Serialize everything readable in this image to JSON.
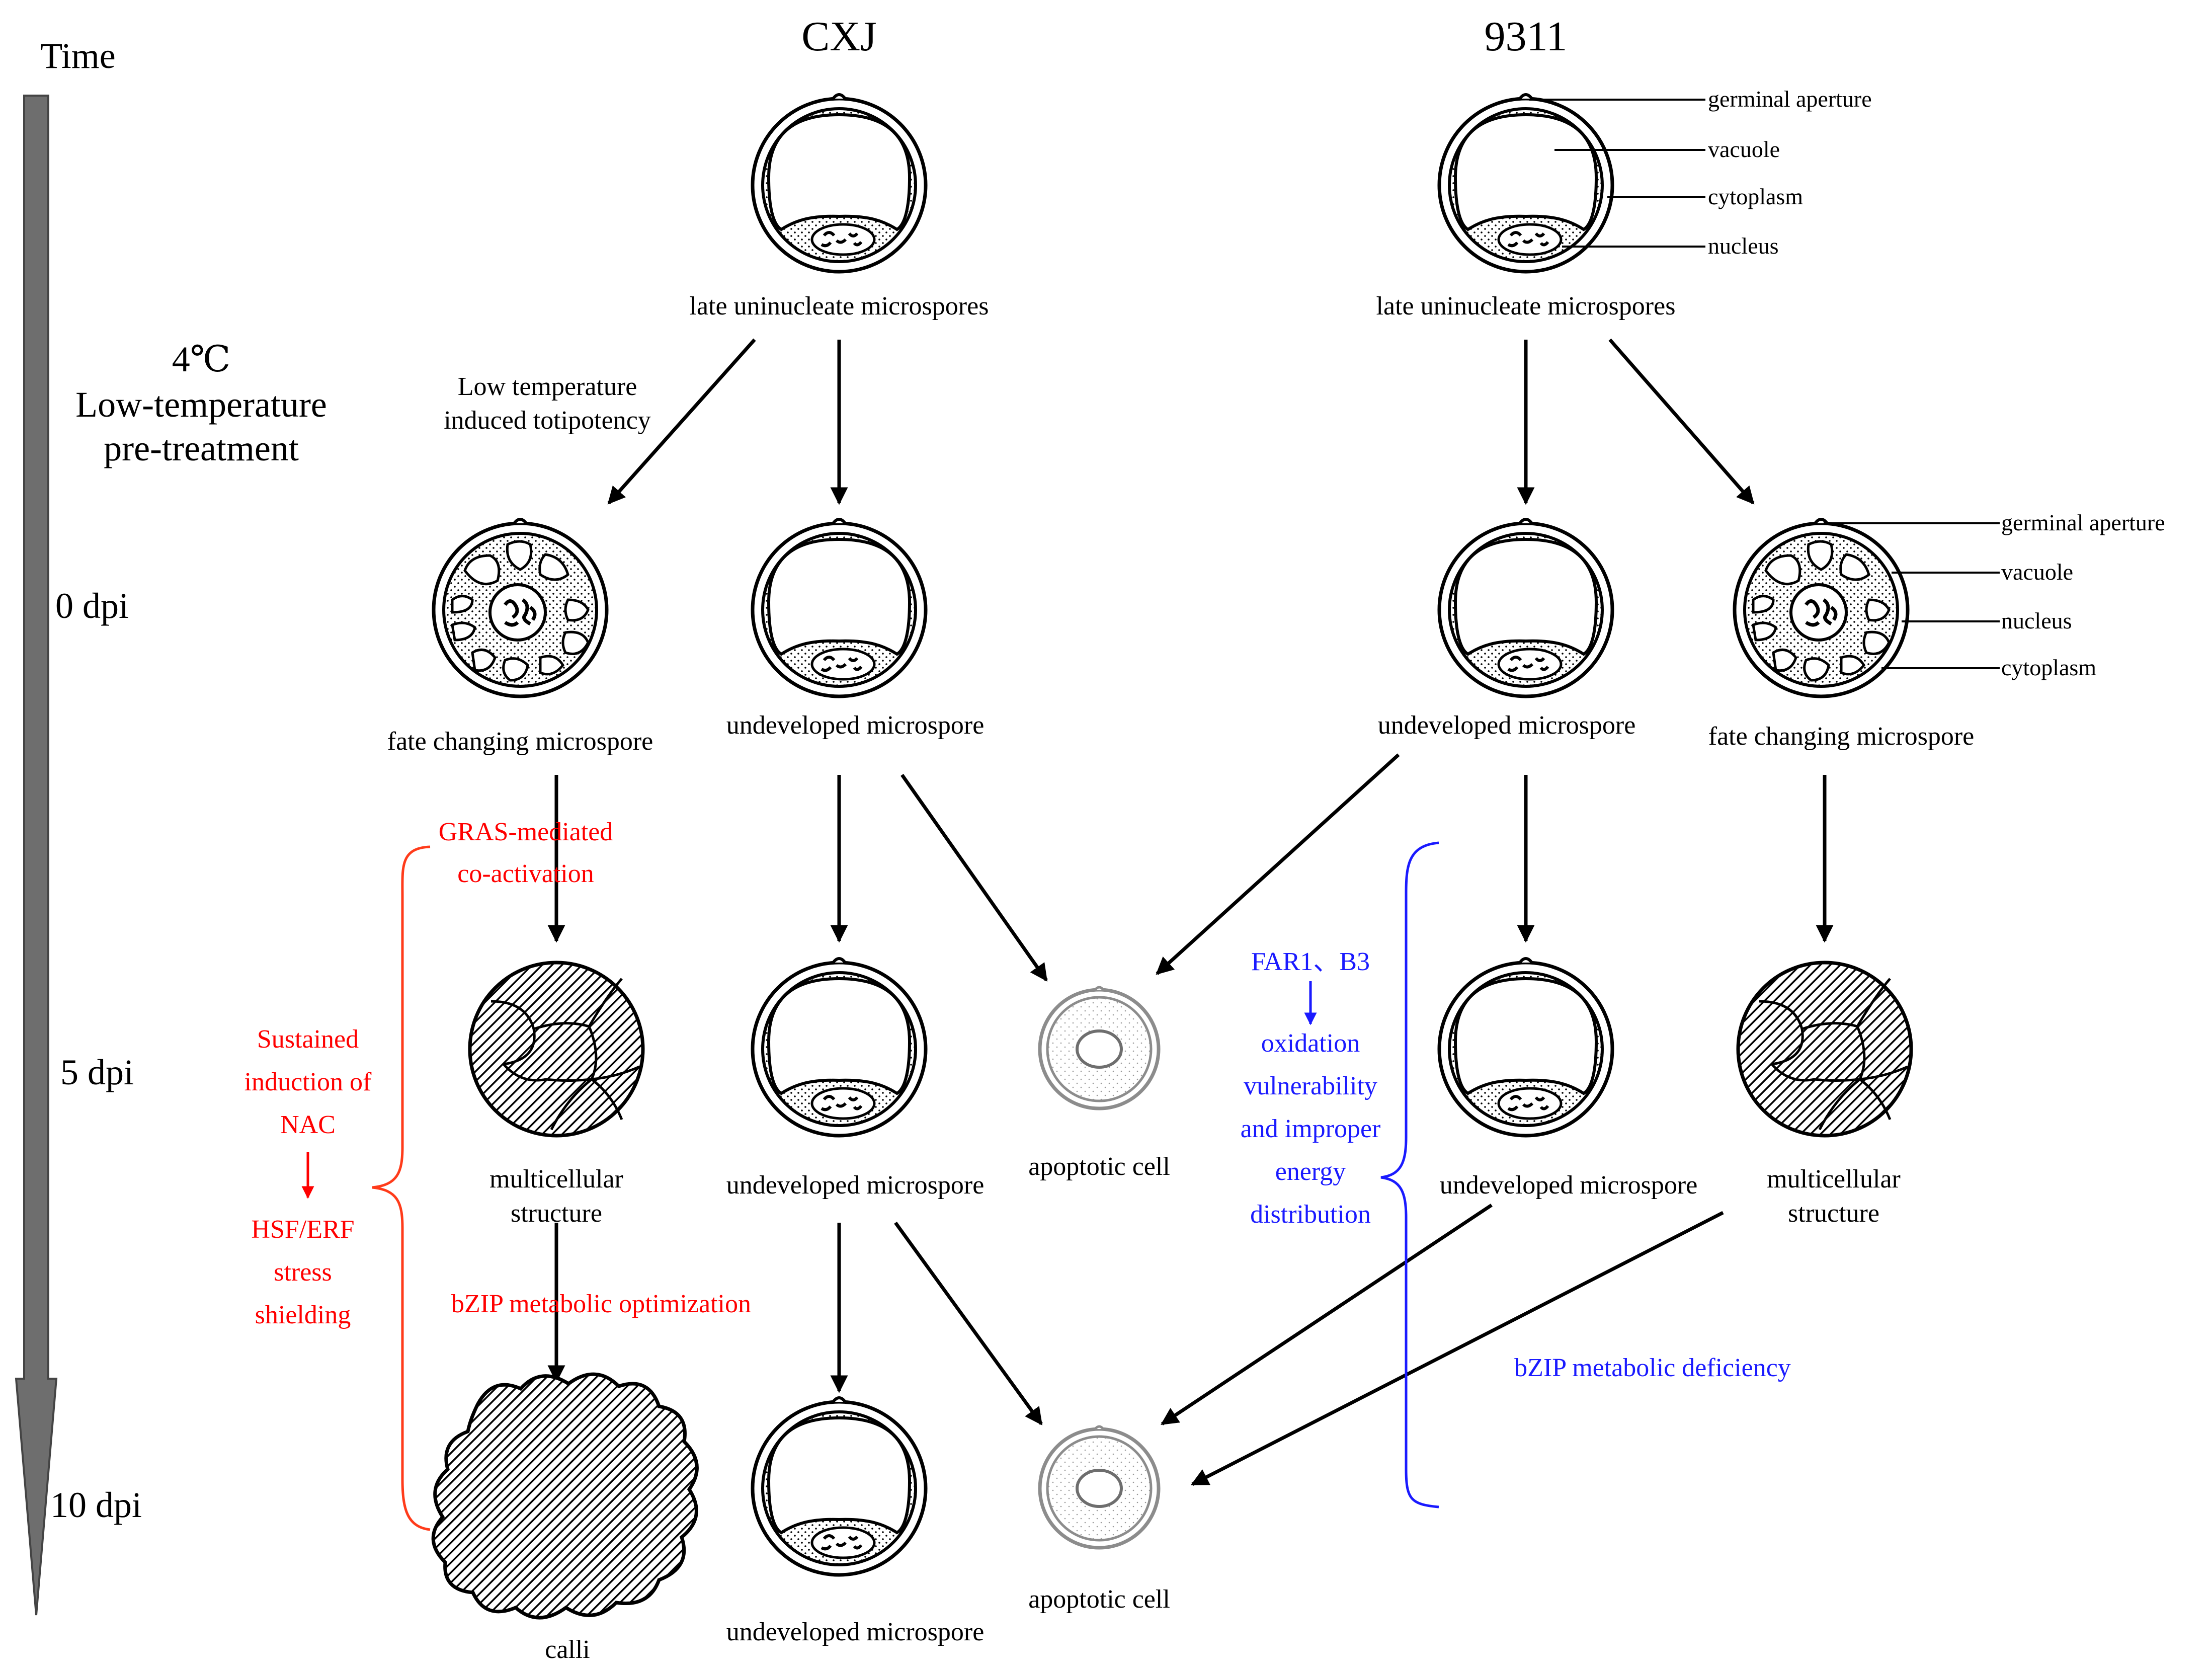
{
  "time_axis": {
    "label": "Time",
    "ticks": [
      "0 dpi",
      "5 dpi",
      "10 dpi"
    ],
    "treatment": [
      "4℃",
      "Low-temperature",
      "pre-treatment"
    ]
  },
  "columns": {
    "cxj": "CXJ",
    "r9311": "9311"
  },
  "labels": {
    "late_uninucleate": "late uninucleate microspores",
    "fate_changing": "fate changing microspore",
    "undeveloped": "undeveloped microspore",
    "apoptotic": "apoptotic cell",
    "multicellular": [
      "multicellular",
      "structure"
    ],
    "calli": "calli",
    "low_temp_induced": [
      "Low temperature",
      "induced totipotency"
    ]
  },
  "parts_late": [
    "germinal aperture",
    "vacuole",
    "cytoplasm",
    "nucleus"
  ],
  "parts_fate": [
    "germinal aperture",
    "vacuole",
    "nucleus",
    "cytoplasm"
  ],
  "cxj_annotations": {
    "gras": [
      "GRAS-mediated",
      "co-activation"
    ],
    "nac": [
      "Sustained",
      "induction of",
      "NAC"
    ],
    "hsf": [
      "HSF/ERF",
      "stress",
      "shielding"
    ],
    "bzip": "bZIP metabolic optimization"
  },
  "r9311_annotations": {
    "far": "FAR1、B3",
    "oxidation": [
      "oxidation",
      "vulnerability",
      "and improper",
      "energy",
      "distribution"
    ],
    "bzip": "bZIP metabolic deficiency"
  },
  "colors": {
    "cxj_text": "#ff0000",
    "r9311_text": "#1a1aff",
    "timeline": "#6e6e6e",
    "apoptotic_ring": "#8c8c8c"
  }
}
